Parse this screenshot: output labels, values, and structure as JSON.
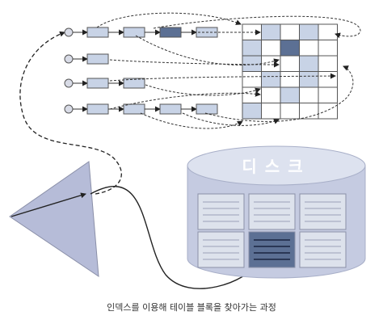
{
  "disk": {
    "label": "디스크"
  },
  "caption": "인덱스를 이용해 테이블 블록을 찾아가는 과정",
  "colors": {
    "node_fill": "#c8d3e6",
    "node_highlight": "#5c7094",
    "grid_shaded": "#c8d3e6",
    "grid_highlight": "#5c7094",
    "disk_body": "#c5cbe1",
    "disk_top": "#dde2ef",
    "block_fill": "#dde2ec",
    "block_highlight": "#5c7094",
    "triangle": "#b6bcd8"
  },
  "index_chains": [
    {
      "nodes": 4,
      "highlight": 2
    },
    {
      "nodes": 1,
      "highlight": null
    },
    {
      "nodes": 2,
      "highlight": null
    },
    {
      "nodes": 4,
      "highlight": null
    }
  ],
  "table_grid": {
    "rows": 6,
    "cols": 5,
    "shaded_cells": [
      [
        0,
        1
      ],
      [
        0,
        3
      ],
      [
        1,
        0
      ],
      [
        2,
        0
      ],
      [
        2,
        3
      ],
      [
        3,
        1
      ],
      [
        3,
        3
      ],
      [
        4,
        2
      ],
      [
        5,
        0
      ]
    ],
    "highlight_cell": [
      1,
      2
    ]
  },
  "disk_blocks": {
    "rows": 2,
    "cols": 3,
    "highlight": [
      1,
      1
    ]
  }
}
